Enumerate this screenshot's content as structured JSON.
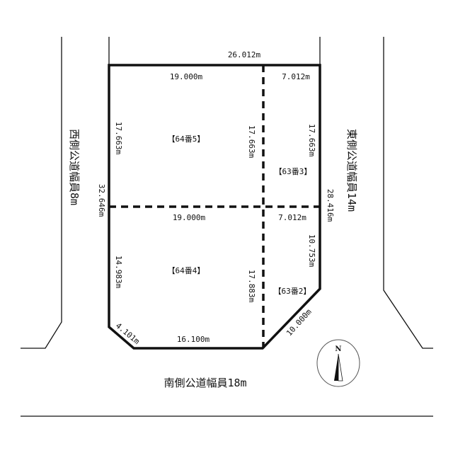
{
  "roads": {
    "west": "西側公道幅員8m",
    "east": "東側公道幅員14m",
    "south": "南側公道幅員18m"
  },
  "lots": {
    "lot_64_5": "【64番5】",
    "lot_64_4": "【64番4】",
    "lot_63_3": "【63番3】",
    "lot_63_2": "【63番2】"
  },
  "dimensions": {
    "top_total": "26.012m",
    "top_west": "19.000m",
    "top_east": "7.012m",
    "mid_west": "19.000m",
    "mid_east": "7.012m",
    "west_upper": "17.663m",
    "west_total": "32.646m",
    "west_lower": "14.983m",
    "center_upper": "17.663m",
    "center_lower": "17.883m",
    "east_upper": "17.663m",
    "east_total": "28.416m",
    "east_lower": "10.753m",
    "corner_sw": "4.101m",
    "bottom": "16.100m",
    "corner_se": "10.000m"
  },
  "compass": {
    "label": "N"
  }
}
